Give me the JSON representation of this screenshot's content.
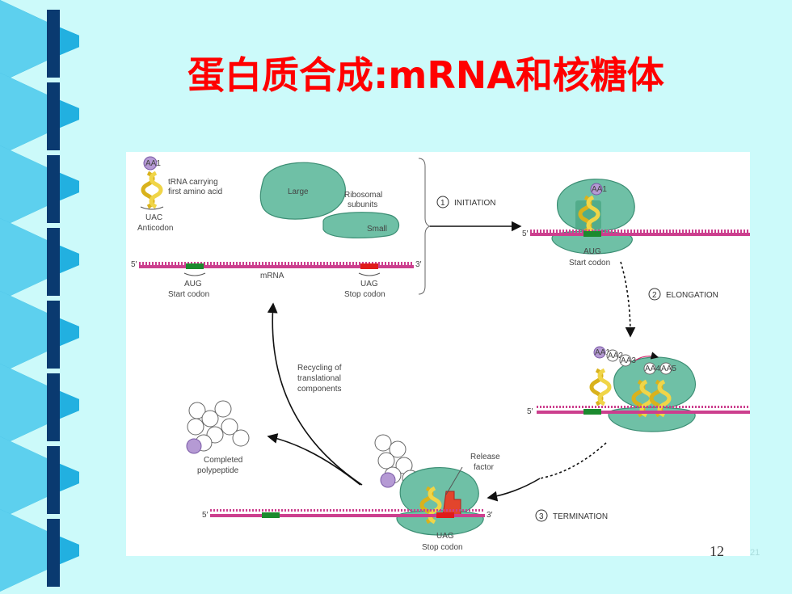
{
  "slide": {
    "title": "蛋白质合成:mRNA和核糖体",
    "page_number": "12",
    "slide_counter": "21"
  },
  "diagram": {
    "trna": {
      "label_line1": "tRNA carrying",
      "label_line2": "first amino acid",
      "anticodon": "UAC",
      "anticodon_label": "Anticodon",
      "aa": "AA1"
    },
    "subunits": {
      "large": "Large",
      "small": "Small",
      "label_line1": "Ribosomal",
      "label_line2": "subunits"
    },
    "mrna": {
      "label": "mRNA",
      "five_prime": "5′",
      "three_prime": "3′",
      "start": "AUG",
      "start_label": "Start codon",
      "stop": "UAG",
      "stop_label": "Stop codon"
    },
    "stages": {
      "initiation": {
        "num": "1",
        "label": "INITIATION"
      },
      "elongation": {
        "num": "2",
        "label": "ELONGATION"
      },
      "termination": {
        "num": "3",
        "label": "TERMINATION"
      }
    },
    "initiation_complex": {
      "aa": "AA1",
      "codon": "AUG",
      "codon_label": "Start codon",
      "five_prime": "5′"
    },
    "elongation_complex": {
      "aa1": "AA1",
      "aa2": "AA2",
      "aa3": "AA3",
      "aa4": "AA4",
      "aa5": "AA5",
      "five_prime": "5′"
    },
    "recycling": {
      "line1": "Recycling of",
      "line2": "translational",
      "line3": "components"
    },
    "completed": {
      "line1": "Completed",
      "line2": "polypeptide"
    },
    "termination_complex": {
      "release_line1": "Release",
      "release_line2": "factor",
      "codon": "UAG",
      "codon_label": "Stop codon",
      "five_prime": "5′",
      "three_prime": "3′"
    }
  },
  "colors": {
    "background": "#ccfafa",
    "title": "#ff0000",
    "ribosome": "#6fc0a6",
    "mrna": "#cc3f8e",
    "start_codon": "#1b8a2e",
    "stop_codon": "#e01a1a",
    "trna": "#e8c832",
    "amino_acid": "#b59ad4",
    "release_factor": "#e2452c"
  }
}
